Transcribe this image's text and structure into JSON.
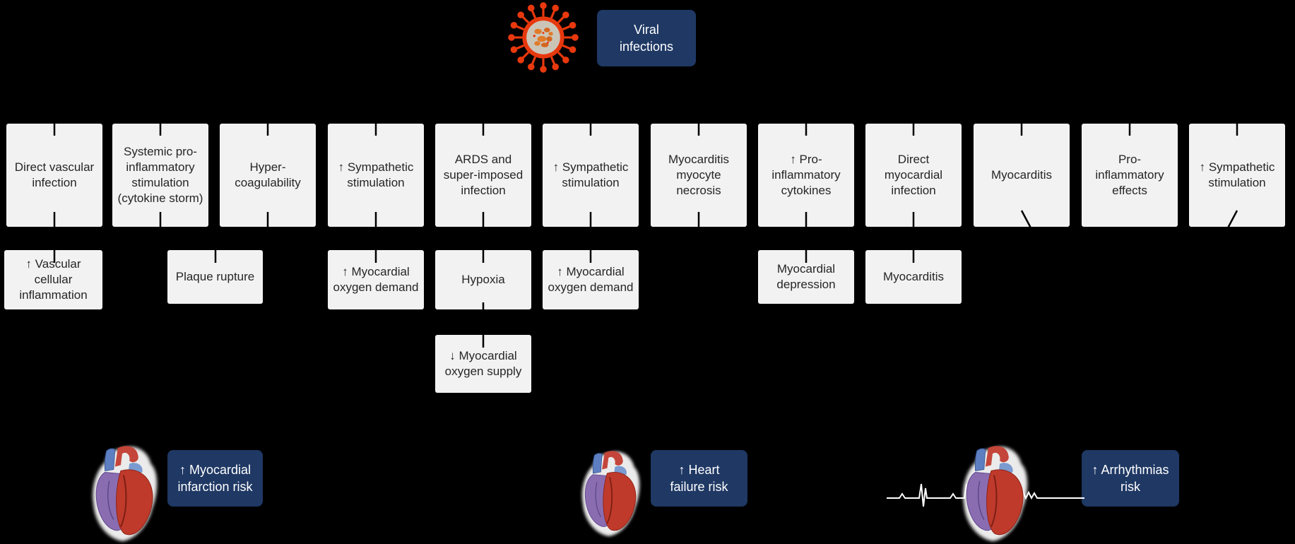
{
  "palette": {
    "background": "#000000",
    "node_bg": "#f2f2f2",
    "node_text": "#262626",
    "accent_bg": "#1f3864",
    "accent_text": "#ffffff",
    "virus_red": "#e8380d",
    "heart_red": "#bf3a2b",
    "heart_purple": "#8a6db1",
    "ecg_white": "#ffffff"
  },
  "icons": {
    "virus": "virus-icon",
    "heart": "heart-icon",
    "ecg": "ecg-trace-icon"
  },
  "header": {
    "virus_label": "Viral infections"
  },
  "causes": [
    {
      "id": "direct-vascular-infection",
      "label": "Direct vascular infection"
    },
    {
      "id": "cytokine-storm",
      "label": "Systemic pro-inflammatory stimulation (cytokine storm)"
    },
    {
      "id": "hypercoagulability",
      "label": "Hyper-coagulability"
    },
    {
      "id": "sympathetic-stimulation-1",
      "label": "↑ Sympathetic stimulation"
    },
    {
      "id": "ards-superimposed-infection",
      "label": "ARDS and super-imposed infection"
    },
    {
      "id": "sympathetic-stimulation-2",
      "label": "↑ Sympathetic stimulation"
    },
    {
      "id": "myocarditis-myocyte-necrosis",
      "label": "Myocarditis myocyte necrosis"
    },
    {
      "id": "pro-inflammatory-cytokines",
      "label": "↑ Pro-inflammatory cytokines"
    },
    {
      "id": "direct-myocardial-infection",
      "label": "Direct myocardial infection"
    },
    {
      "id": "myocarditis-a",
      "label": "Myocarditis"
    },
    {
      "id": "pro-inflammatory-effects",
      "label": "Pro-inflammatory effects"
    },
    {
      "id": "sympathetic-stimulation-3",
      "label": "↑ Sympathetic stimulation"
    }
  ],
  "intermediates": [
    {
      "id": "vascular-cellular-inflammation",
      "label": "↑ Vascular cellular inflammation"
    },
    {
      "id": "plaque-rupture",
      "label": "Plaque rupture"
    },
    {
      "id": "myocardial-oxygen-demand-1",
      "label": "↑ Myocardial oxygen demand"
    },
    {
      "id": "hypoxia",
      "label": "Hypoxia"
    },
    {
      "id": "myocardial-oxygen-demand-2",
      "label": "↑ Myocardial oxygen demand"
    },
    {
      "id": "myocardial-depression",
      "label": "Myocardial depression"
    },
    {
      "id": "myocarditis-b",
      "label": "Myocarditis"
    },
    {
      "id": "myocardial-oxygen-supply",
      "label": "↓ Myocardial oxygen supply"
    }
  ],
  "outcomes": [
    {
      "id": "myocardial-infarction-risk",
      "label": "↑ Myocardial infarction risk"
    },
    {
      "id": "heart-failure-risk",
      "label": "↑ Heart failure risk"
    },
    {
      "id": "arrhythmias-risk",
      "label": "↑ Arrhythmias risk"
    }
  ]
}
